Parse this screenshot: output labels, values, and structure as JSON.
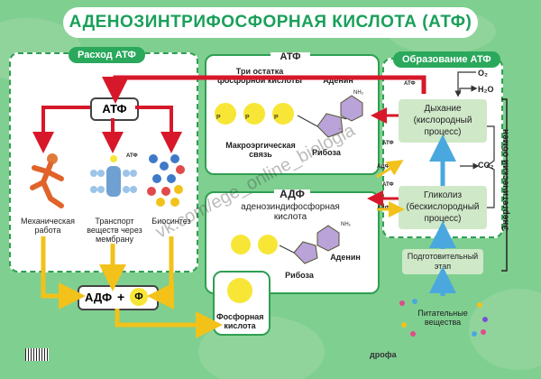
{
  "title": "АДЕНОЗИНТРИФОСФОРНАЯ КИСЛОТА (АТФ)",
  "left_panel": {
    "tag": "Расход АТФ",
    "atf_box": "АТФ",
    "atf_small": "АТФ",
    "uses": [
      {
        "label": "Механическая работа"
      },
      {
        "label": "Транспорт веществ через мембрану"
      },
      {
        "label": "Биосинтез"
      }
    ],
    "adf": "АДФ",
    "plus": "+",
    "phi": "Ф"
  },
  "atp_panel": {
    "tag": "АТФ",
    "three_phosphates": "Три остатка фосфорной кислоты",
    "adenine": "Аденин",
    "nh2": "NH₂",
    "macroergic": "Макроэргическая связь",
    "ribose": "Рибоза"
  },
  "adp_panel": {
    "tag": "АДФ",
    "subtitle": "аденозиндифосфорная кислота",
    "adenine": "Аденин",
    "nh2": "NH₂",
    "ribose": "Рибоза"
  },
  "phosphate_panel": {
    "label": "Фосфорная кислота"
  },
  "right_panel": {
    "tag": "Образование АТФ",
    "respiration": "Дыхание (кислородный процесс)",
    "glycolysis": "Гликолиз (бескислородный процесс)",
    "prep": "Подготовительный этап",
    "nutrients": "Питательные вещества",
    "o2": "O₂",
    "h2o": "H₂O",
    "co2": "CO₂",
    "atf1": "АТФ",
    "atf2": "АТФ",
    "atf3": "АТФ",
    "adf_f1": "АДФ+Ф",
    "adf_f2": "АДФ+Ф",
    "energy_exchange": "Энергетический обмен"
  },
  "watermark": "vk.com/ege_online_biologia",
  "publisher": "дрофа",
  "colors": {
    "background": "#7fcf90",
    "accent_green": "#2aa85c",
    "red_arrow": "#d7182a",
    "yellow_arrow": "#f2c21b",
    "blue_arrow": "#4aa8df",
    "phosphate_yellow": "#f7e636",
    "ribose_purple": "#b9a3d8"
  }
}
